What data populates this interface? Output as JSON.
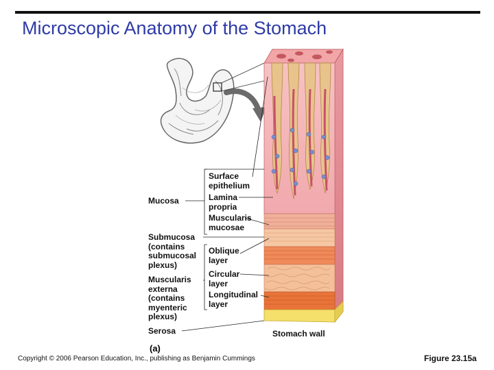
{
  "slide": {
    "title": "Microscopic Anatomy of the Stomach"
  },
  "labels_left": {
    "mucosa": "Mucosa",
    "submucosa": [
      "Submucosa",
      "(contains",
      "submucosal",
      "plexus)"
    ],
    "muscularis_externa": [
      "Muscularis",
      "externa",
      "(contains",
      "myenteric",
      "plexus)"
    ],
    "serosa": "Serosa"
  },
  "labels_right": {
    "surface_epithelium": [
      "Surface",
      "epithelium"
    ],
    "lamina_propria": [
      "Lamina",
      "propria"
    ],
    "muscularis_mucosae": [
      "Muscularis",
      "mucosae"
    ],
    "oblique_layer": [
      "Oblique",
      "layer"
    ],
    "circular_layer": [
      "Circular",
      "layer"
    ],
    "longitudinal_layer": [
      "Longitudinal",
      "layer"
    ]
  },
  "stomach_wall_label": "Stomach wall",
  "part_label": "(a)",
  "footer": {
    "copyright": "Copyright © 2006 Pearson Education, Inc., publishing as Benjamin Cummings",
    "figure": "Figure 23.15a"
  },
  "colors": {
    "title": "#2e3ba6",
    "mucosa": "#f5b8b8",
    "epithelium": "#e8c48c",
    "gland": "#d25a6e",
    "submucosa": "#f6c8a0",
    "muscle": "#e8743a",
    "serosa": "#f4e06a"
  }
}
